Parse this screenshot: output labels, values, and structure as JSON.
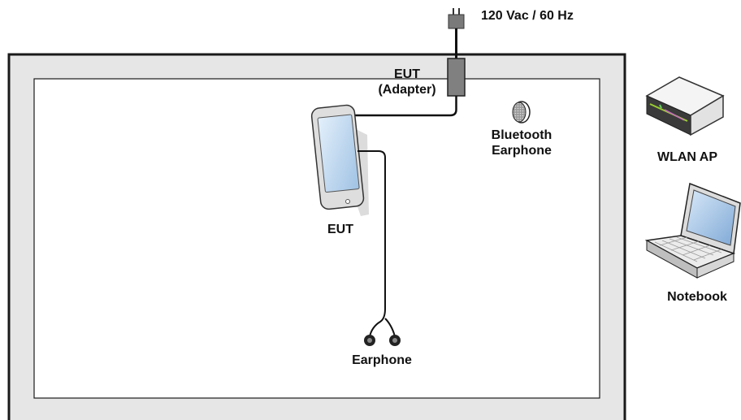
{
  "labels": {
    "power": "120 Vac / 60 Hz",
    "adapter_line1": "EUT",
    "adapter_line2": "(Adapter)",
    "bt_line1": "Bluetooth",
    "bt_line2": "Earphone",
    "eut": "EUT",
    "earphone": "Earphone",
    "wlan": "WLAN AP",
    "notebook": "Notebook"
  },
  "colors": {
    "table_edge": "#1a1a1a",
    "table_fill": "#e6e6e6",
    "inner_fill": "#ffffff",
    "tablet_screen": "#bcd6ee",
    "laptop_screen": "#a8c8e8",
    "device_gray": "#d9d9d9",
    "adapter_fill": "#808080"
  },
  "icons": [
    "plug-icon",
    "adapter-icon",
    "tablet-icon",
    "bluetooth-earphone-icon",
    "earphone-icon",
    "wlan-ap-icon",
    "notebook-icon"
  ]
}
